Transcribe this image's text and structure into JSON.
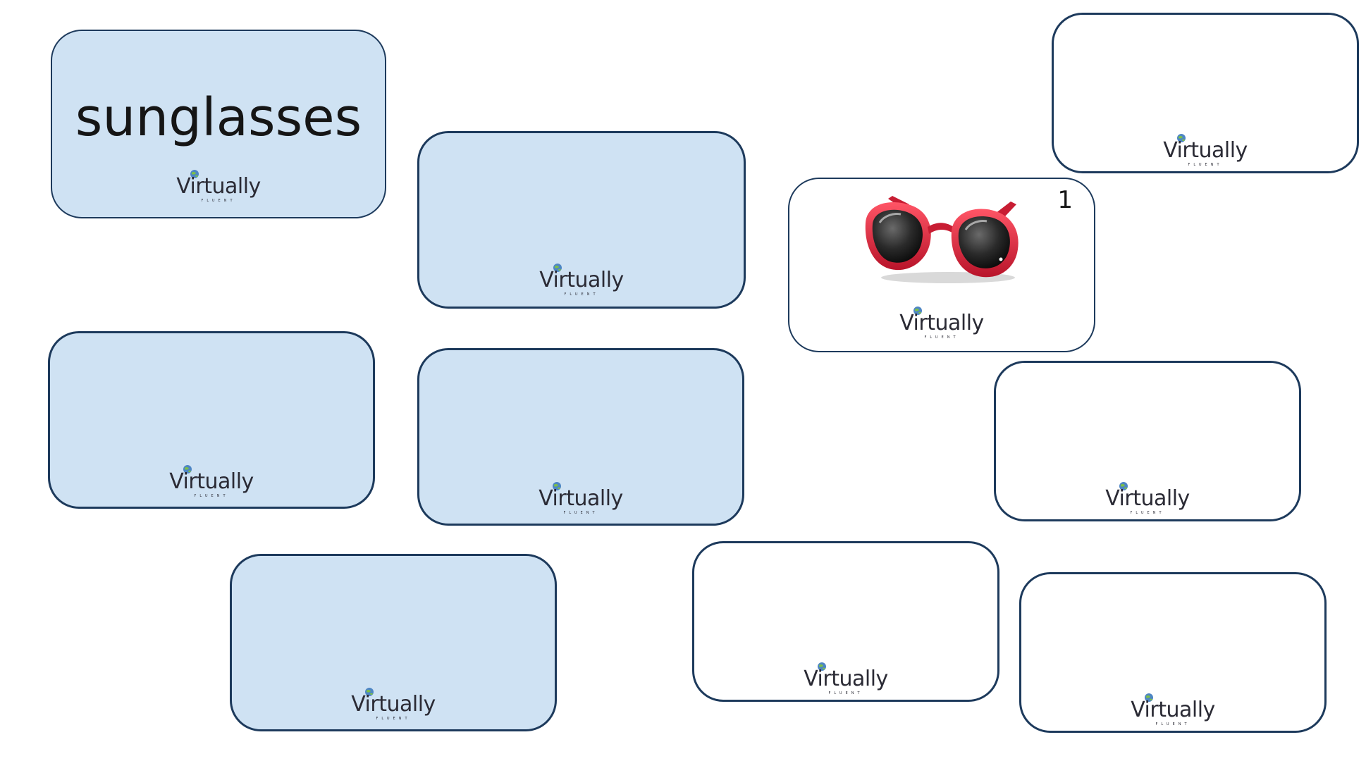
{
  "logo": {
    "wordmark": "Virtually",
    "tagline": "FLUENT",
    "icon": "globe-icon"
  },
  "revealed_word": "sunglasses",
  "revealed_number": "1",
  "revealed_image": "red-sunglasses-image",
  "colors": {
    "card_border": "#1d3a5c",
    "word_card_fill": "#cfe2f3",
    "picture_card_fill": "#ffffff",
    "sunglasses_frame": "#e5293d"
  }
}
